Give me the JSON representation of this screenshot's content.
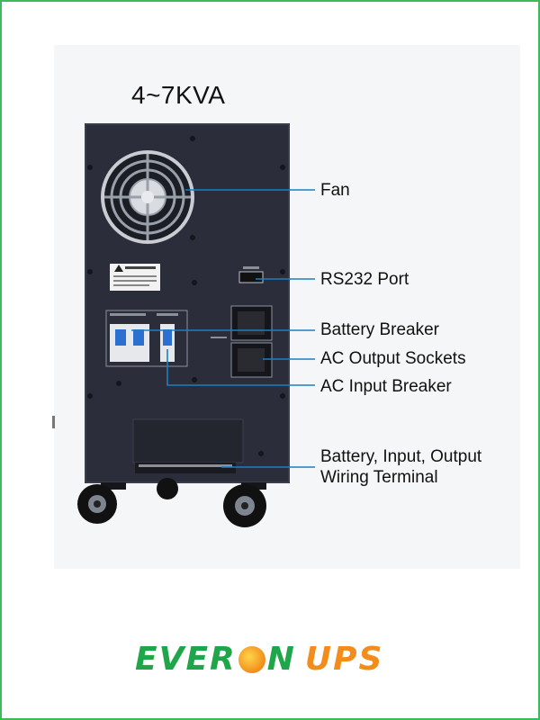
{
  "title": "4~7KVA",
  "labels": {
    "fan": "Fan",
    "rs232": "RS232 Port",
    "battery_breaker": "Battery Breaker",
    "ac_output": "AC Output Sockets",
    "ac_input": "AC Input Breaker",
    "wiring_line1": "Battery, Input, Output",
    "wiring_line2": "Wiring Terminal"
  },
  "logo": {
    "brand_start": "EVER",
    "brand_end": "N",
    "suffix": "UPS"
  },
  "colors": {
    "frame": "#3dbb5a",
    "leader_line": "#1b7fc4",
    "cabinet": "#2b2e3a",
    "brand_green": "#1fa64a",
    "brand_orange": "#f28c1a"
  }
}
